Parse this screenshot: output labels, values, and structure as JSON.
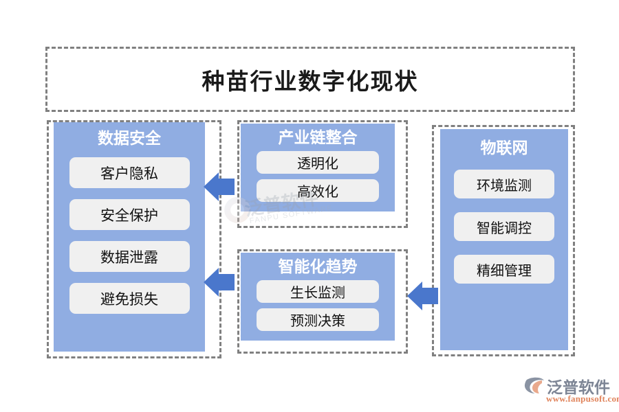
{
  "title": {
    "text": "种苗行业数字化现状"
  },
  "groups": [
    {
      "id": "security",
      "title": "数据安全",
      "items": [
        "客户隐私",
        "安全保护",
        "数据泄露",
        "避免损失"
      ]
    },
    {
      "id": "chain",
      "title": "产业链整合",
      "items": [
        "透明化",
        "高效化"
      ]
    },
    {
      "id": "ai",
      "title": "智能化趋势",
      "items": [
        "生长监测",
        "预测决策"
      ]
    },
    {
      "id": "iot",
      "title": "物联网",
      "items": [
        "环境监测",
        "智能调控",
        "精细管理"
      ]
    }
  ],
  "arrows": [
    {
      "id": "chain-to-security",
      "direction": "left"
    },
    {
      "id": "ai-to-security",
      "direction": "left"
    },
    {
      "id": "iot-to-ai",
      "direction": "left"
    }
  ],
  "watermark": {
    "brand_cn": "泛普软件",
    "brand_en": "FANPU SOFTWARE"
  },
  "logo": {
    "brand_cn": "泛普软件",
    "url": "www.fanpusoft.com"
  },
  "colors": {
    "panel_blue": "#90ADE2",
    "arrow_blue": "#4A77CC",
    "chip_gray": "#f0f0f0",
    "dash_gray": "#808080",
    "logo_text": "#7D8595",
    "logo_url": "#E0845C",
    "background": "#ffffff"
  }
}
